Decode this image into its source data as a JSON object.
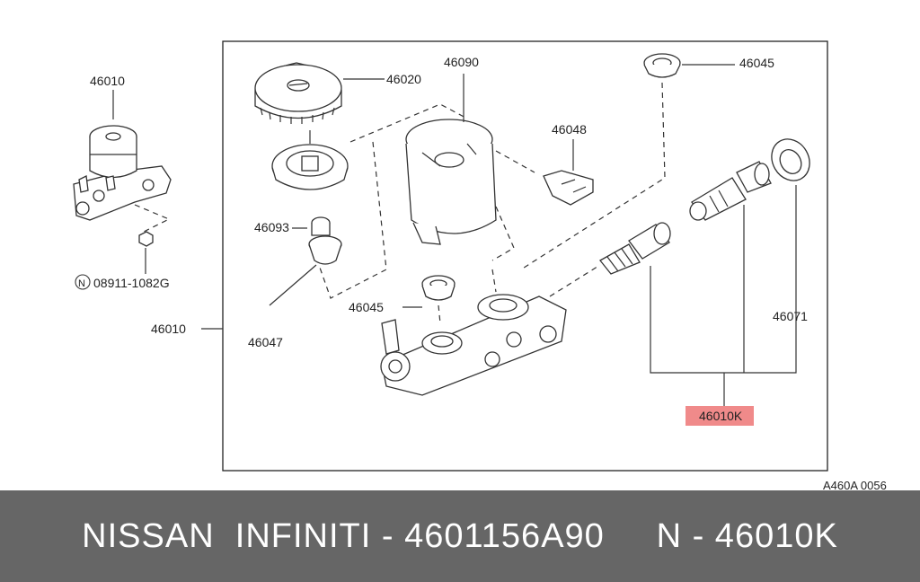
{
  "labels": {
    "p46010_top": "46010",
    "p46020": "46020",
    "p46090": "46090",
    "p46045_top": "46045",
    "p46048": "46048",
    "p46093": "46093",
    "p08911": "08911-1082G",
    "n_symbol": "N",
    "p46010_mid": "46010",
    "p46045_mid": "46045",
    "p46047": "46047",
    "p46071": "46071",
    "p46010k": "46010K",
    "ref_code": "A460A 0056"
  },
  "colors": {
    "highlight": "#f08a8a",
    "footer_bg": "#666666",
    "footer_text": "#ffffff"
  },
  "footer": {
    "text": "NISSAN  INFINITI - 4601156A90     N - 46010K"
  }
}
